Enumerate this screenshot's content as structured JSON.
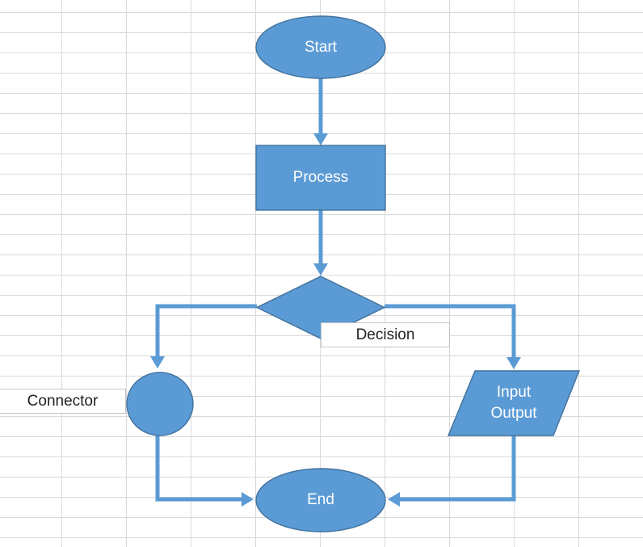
{
  "colors": {
    "background": "#ffffff",
    "grid_line": "#d9d9d9",
    "shape_fill": "#5b9bd5",
    "shape_border": "#41719c",
    "connector_line": "#5b9bd5",
    "shape_text": "#ffffff",
    "label_text": "#212121",
    "label_box_bg": "#ffffff",
    "label_box_border": "#c4c4c4"
  },
  "diagram": {
    "nodes": {
      "start": {
        "shape": "ellipse",
        "label": "Start"
      },
      "process": {
        "shape": "rectangle",
        "label": "Process"
      },
      "decision": {
        "shape": "diamond",
        "label": "Decision"
      },
      "connector": {
        "shape": "circle",
        "label": "Connector"
      },
      "input_output": {
        "shape": "parallelogram",
        "label_line1": "Input",
        "label_line2": "Output"
      },
      "end": {
        "shape": "ellipse",
        "label": "End"
      }
    },
    "edges": [
      {
        "from": "start",
        "to": "process"
      },
      {
        "from": "process",
        "to": "decision"
      },
      {
        "from": "decision",
        "to": "connector"
      },
      {
        "from": "decision",
        "to": "input_output"
      },
      {
        "from": "connector",
        "to": "end"
      },
      {
        "from": "input_output",
        "to": "end"
      }
    ]
  }
}
